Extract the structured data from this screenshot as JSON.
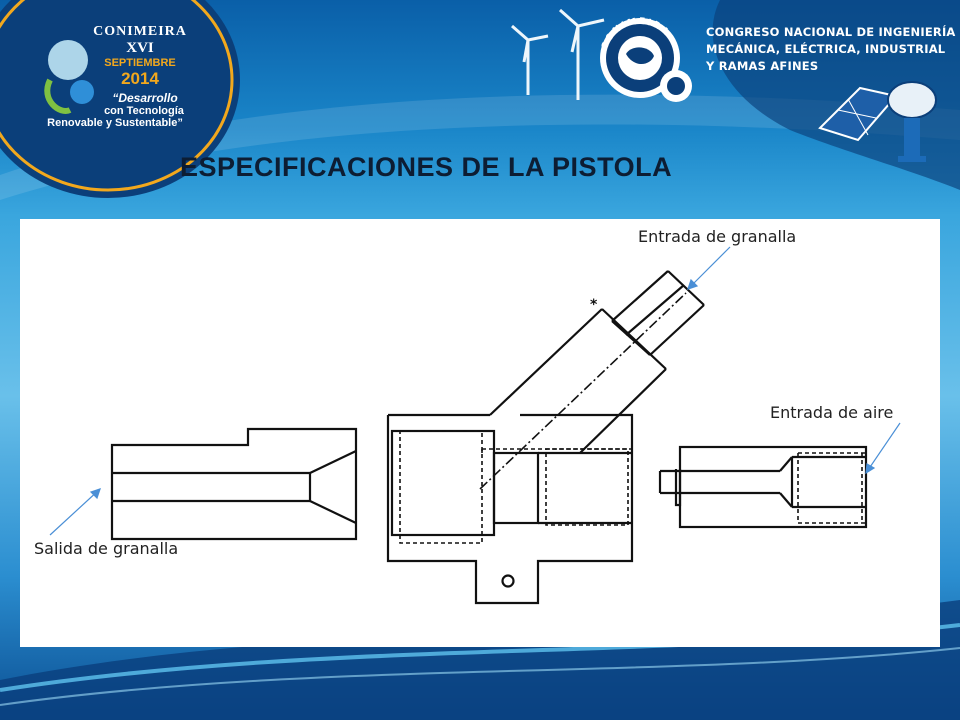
{
  "header": {
    "logo": {
      "line1": "CONIMEIRA",
      "line2": "XVI",
      "line3": "SEPTIEMBRE",
      "line4": "2014",
      "slogan1": "“Desarrollo",
      "slogan2": "con Tecnología",
      "slogan3": "Renovable y Sustentable”"
    },
    "seal_text": "CONIMEIRA",
    "congreso": {
      "line1": "CONGRESO NACIONAL DE INGENIERÍA",
      "line2": "MECÁNICA, ELÉCTRICA, INDUSTRIAL",
      "line3": "Y RAMAS AFINES"
    }
  },
  "slide": {
    "title": "ESPECIFICACIONES DE LA PISTOLA"
  },
  "diagram": {
    "labels": {
      "entrada_granalla": "Entrada de granalla",
      "entrada_aire": "Entrada de aire",
      "salida_granalla": "Salida de granalla"
    },
    "marker": "*"
  },
  "colors": {
    "title": "#0d1d33",
    "background_blue": "#1a86c9",
    "accent_orange": "#f2a81d",
    "arrow": "#4a8fd6"
  }
}
